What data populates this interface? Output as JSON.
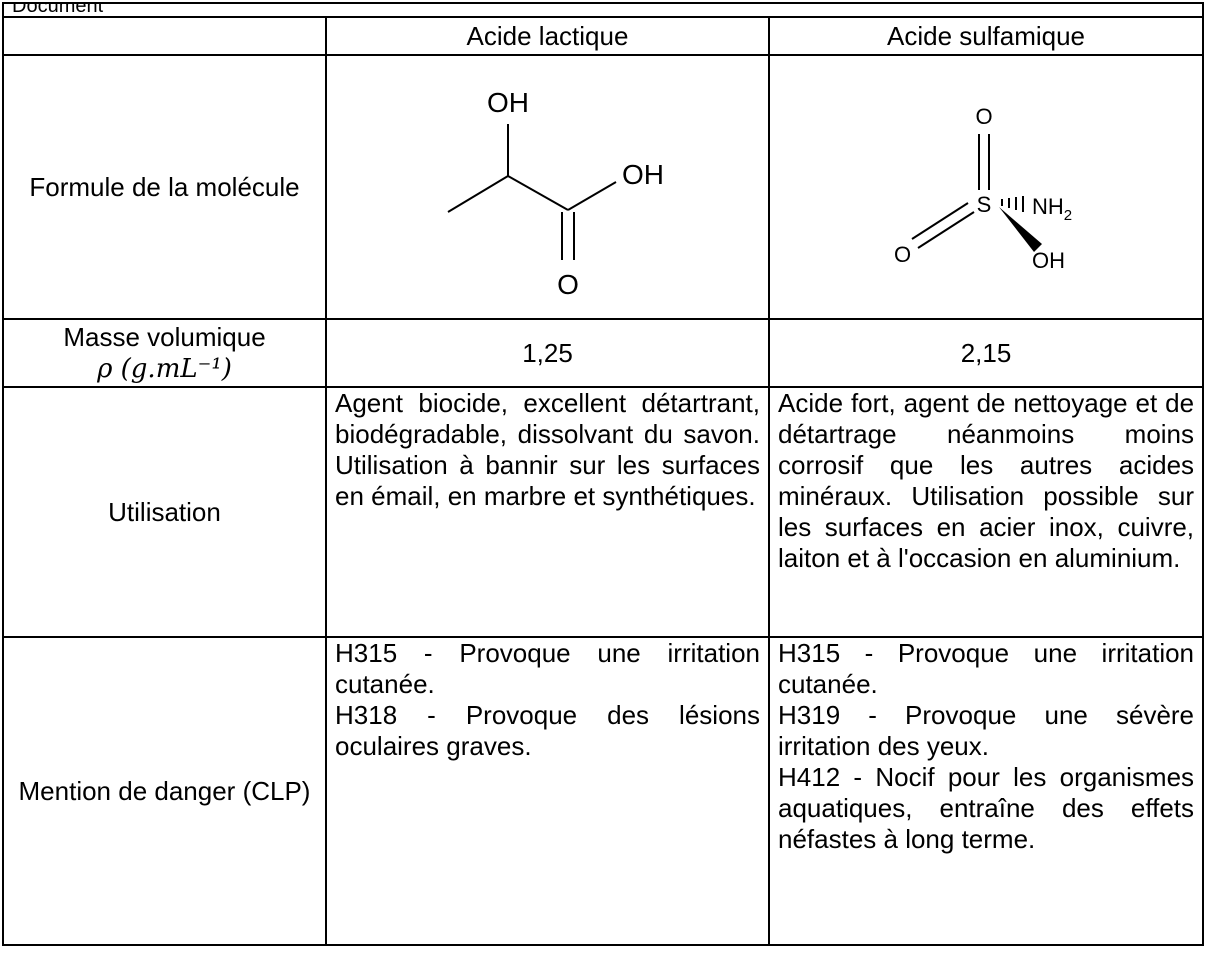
{
  "table": {
    "top_fragment": "Document",
    "header": {
      "col1": "",
      "col2": "Acide lactique",
      "col3": "Acide sulfamique"
    },
    "rows": {
      "formula": {
        "label": "Formule de la molécule"
      },
      "density": {
        "label_line1": "Masse volumique",
        "label_line2": "ρ (g.mL⁻¹)",
        "lactic": "1,25",
        "sulfamic": "2,15"
      },
      "usage": {
        "label": "Utilisation",
        "lactic": "Agent biocide, excellent détartrant, biodégradable, dissolvant du savon. Utilisation à bannir sur les surfaces en émail, en marbre et synthétiques.",
        "sulfamic": "Acide fort, agent de nettoyage et de détartrage néanmoins moins corrosif que les autres acides minéraux. Utilisation possible sur les surfaces en acier inox, cuivre, laiton et à l'occasion en aluminium."
      },
      "danger": {
        "label": "Mention de danger (CLP)",
        "lactic": [
          "H315 - Provoque une irritation cutanée.",
          "H318 - Provoque des lésions oculaires graves."
        ],
        "sulfamic": [
          "H315 - Provoque une irritation cutanée.",
          "H319 - Provoque une sévère irritation des yeux.",
          "H412 - Nocif pour les organismes aquatiques, entraîne des effets néfastes à long terme."
        ]
      }
    }
  },
  "molecules": {
    "lactic": {
      "oh_top": "OH",
      "oh_right": "OH",
      "o_bottom": "O"
    },
    "sulfamic": {
      "o_top": "O",
      "s": "S",
      "nh": "NH",
      "nh_sub": "2",
      "o_left": "O",
      "oh": "OH"
    }
  }
}
